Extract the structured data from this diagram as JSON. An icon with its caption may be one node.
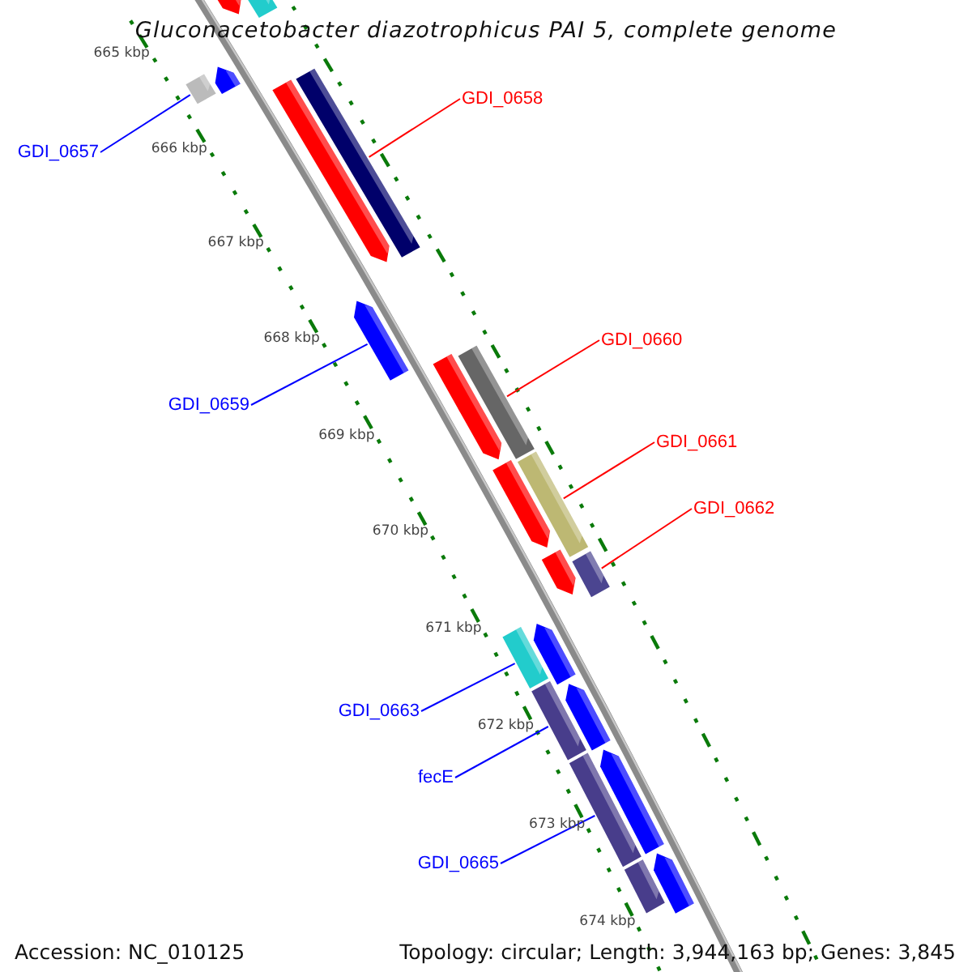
{
  "diagram": {
    "title": "Gluconacetobacter diazotrophicus PAI 5, complete genome",
    "nodes": [
      {
        "text": [],
        "shape": "bar"
      },
      {
        "text": [],
        "shape": "bar"
      },
      {
        "text": [],
        "shape": "bar"
      },
      {
        "text": [],
        "shape": "bar"
      },
      {
        "text": [
          "GDI_0658"
        ]
      },
      {
        "text": [],
        "shape": "bar"
      },
      {
        "text": [],
        "shape": "bar"
      },
      {
        "text": [
          "GDI_0657"
        ]
      },
      {
        "text": [],
        "shape": "bar"
      },
      {
        "text": [
          "GDI_0660"
        ]
      },
      {
        "text": [],
        "shape": "bar"
      },
      {
        "text": [
          "GDI_0659"
        ]
      },
      {
        "text": [],
        "shape": "bar"
      },
      {
        "text": [],
        "shape": "bar"
      },
      {
        "text": [
          "GDI_0661"
        ]
      },
      {
        "text": [],
        "shape": "bar"
      },
      {
        "text": [
          "GDI_0662"
        ]
      },
      {
        "text": [],
        "shape": "bar"
      },
      {
        "text": [],
        "shape": "bar"
      },
      {
        "text": [],
        "shape": "bar"
      },
      {
        "text": [],
        "shape": "bar"
      },
      {
        "text": [
          "GDI_0663"
        ]
      },
      {
        "text": [],
        "shape": "bar"
      },
      {
        "text": [],
        "shape": "bar"
      },
      {
        "text": [
          "fecE"
        ]
      },
      {
        "text": [],
        "shape": "bar"
      },
      {
        "text": [],
        "shape": "bar"
      },
      {
        "text": [
          "GDI_0665"
        ]
      },
      {
        "text": [],
        "shape": "bar"
      },
      {
        "text": [],
        "shape": "bar"
      }
    ],
    "edges": [
      {
        "from": 7,
        "to": 2,
        "arrow": "none"
      },
      {
        "from": 4,
        "to": 6,
        "arrow": "none",
        "color": "#ff0000"
      },
      {
        "from": 11,
        "to": 8,
        "arrow": "none"
      },
      {
        "from": 9,
        "to": 10,
        "arrow": "none",
        "color": "#ff0000"
      },
      {
        "from": 14,
        "to": 15,
        "arrow": "none",
        "color": "#ff0000"
      },
      {
        "from": 16,
        "to": 18,
        "arrow": "none",
        "color": "#ff0000"
      },
      {
        "from": 21,
        "to": 19,
        "arrow": "none"
      },
      {
        "from": 24,
        "to": 22,
        "arrow": "none"
      },
      {
        "from": 27,
        "to": 26,
        "arrow": "none"
      }
    ],
    "labels": [
      "665 kbp",
      "666 kbp",
      "667 kbp",
      "668 kbp",
      "669 kbp",
      "670 kbp",
      "671 kbp",
      "672 kbp",
      "673 kbp",
      "674 kbp",
      "Accession: NC_010125",
      "Topology: circular; Length: 3,944,163 bp; Genes: 3,845"
    ]
  }
}
